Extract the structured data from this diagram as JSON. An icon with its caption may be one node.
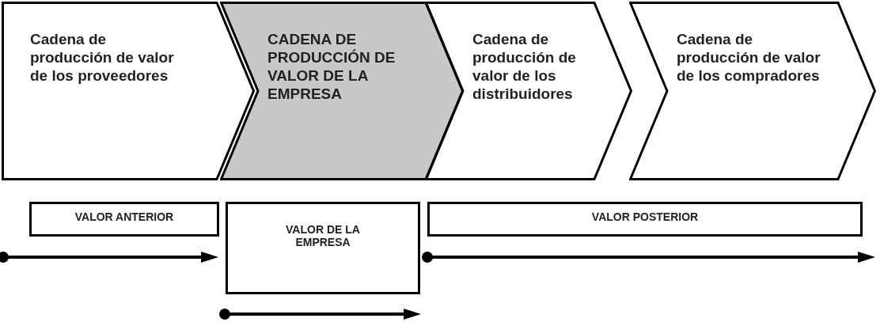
{
  "diagram": {
    "nodes": [
      {
        "text": [
          "Cadena de producción de valor de los proveedores"
        ]
      },
      {
        "text": [
          "CADENA DE PRODUCCIÓN DE VALOR DE LA EMPRESA"
        ]
      },
      {
        "text": [
          "Cadena de producción de valor de los distribuidores"
        ]
      },
      {
        "text": [
          "Cadena de producción de valor de los compradores"
        ]
      },
      {
        "text": [
          "VALOR ANTERIOR"
        ]
      },
      {
        "text": [
          "VALOR DE LA EMPRESA"
        ]
      },
      {
        "text": [
          "VALOR POSTERIOR"
        ]
      }
    ]
  }
}
